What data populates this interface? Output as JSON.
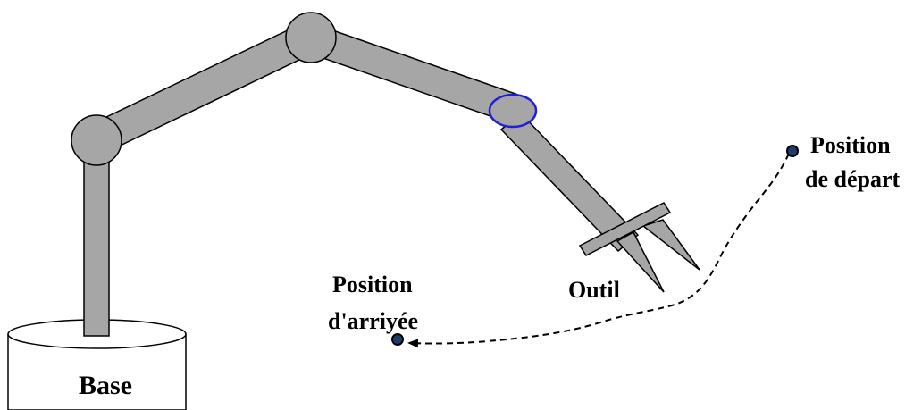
{
  "labels": {
    "base": "Base",
    "tool": "Outil",
    "start_line1": "Position",
    "start_line2": "de départ",
    "end_line1": "Position",
    "end_line2": "d'arriyée"
  },
  "colors": {
    "link_fill": "#a6a6a6",
    "outline": "#000000",
    "wrist_joint_outline": "#1f1fd6",
    "point_fill": "#1f3b6e",
    "background": "#ffffff"
  }
}
